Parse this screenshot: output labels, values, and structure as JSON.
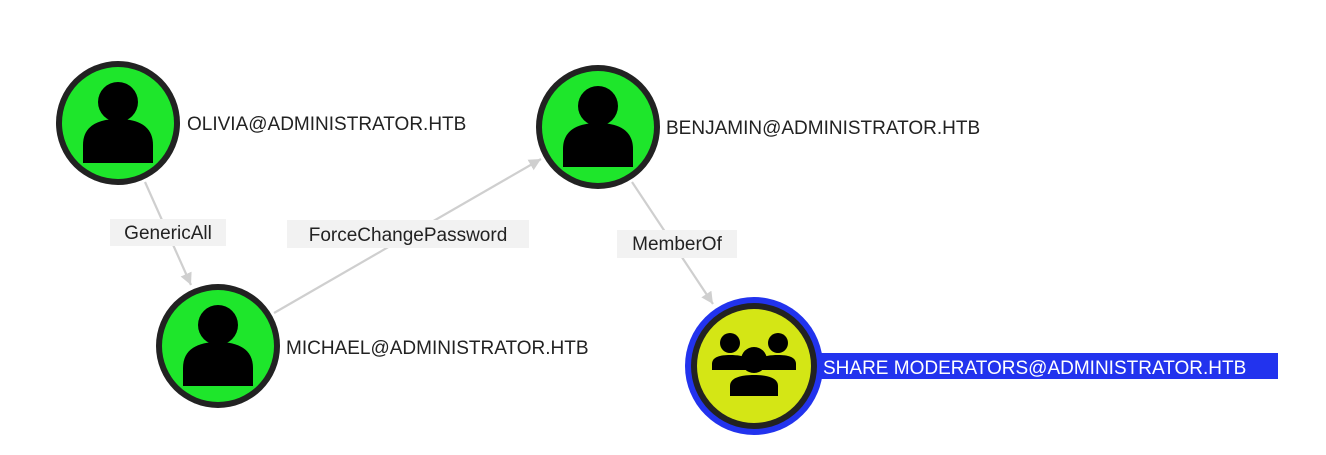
{
  "nodes": [
    {
      "id": "olivia",
      "label": "OLIVIA@ADMINISTRATOR.HTB",
      "type": "user",
      "selected": false
    },
    {
      "id": "benjamin",
      "label": "BENJAMIN@ADMINISTRATOR.HTB",
      "type": "user",
      "selected": false
    },
    {
      "id": "michael",
      "label": "MICHAEL@ADMINISTRATOR.HTB",
      "type": "user",
      "selected": false
    },
    {
      "id": "share_moderators",
      "label": "SHARE MODERATORS@ADMINISTRATOR.HTB",
      "type": "group",
      "selected": true
    }
  ],
  "edges": [
    {
      "from": "olivia",
      "to": "michael",
      "label": "GenericAll"
    },
    {
      "from": "michael",
      "to": "benjamin",
      "label": "ForceChangePassword"
    },
    {
      "from": "benjamin",
      "to": "share_moderators",
      "label": "MemberOf"
    }
  ],
  "icons": {
    "user": "user-icon",
    "group": "group-icon"
  },
  "colors": {
    "user_fill": "#1ee62b",
    "group_fill": "#d4e615",
    "node_ring": "#222222",
    "selected_ring": "#2233ee",
    "selected_label_bg": "#2233ee",
    "edge": "#cfcfcf",
    "edge_label_bg": "#f2f2f2"
  }
}
